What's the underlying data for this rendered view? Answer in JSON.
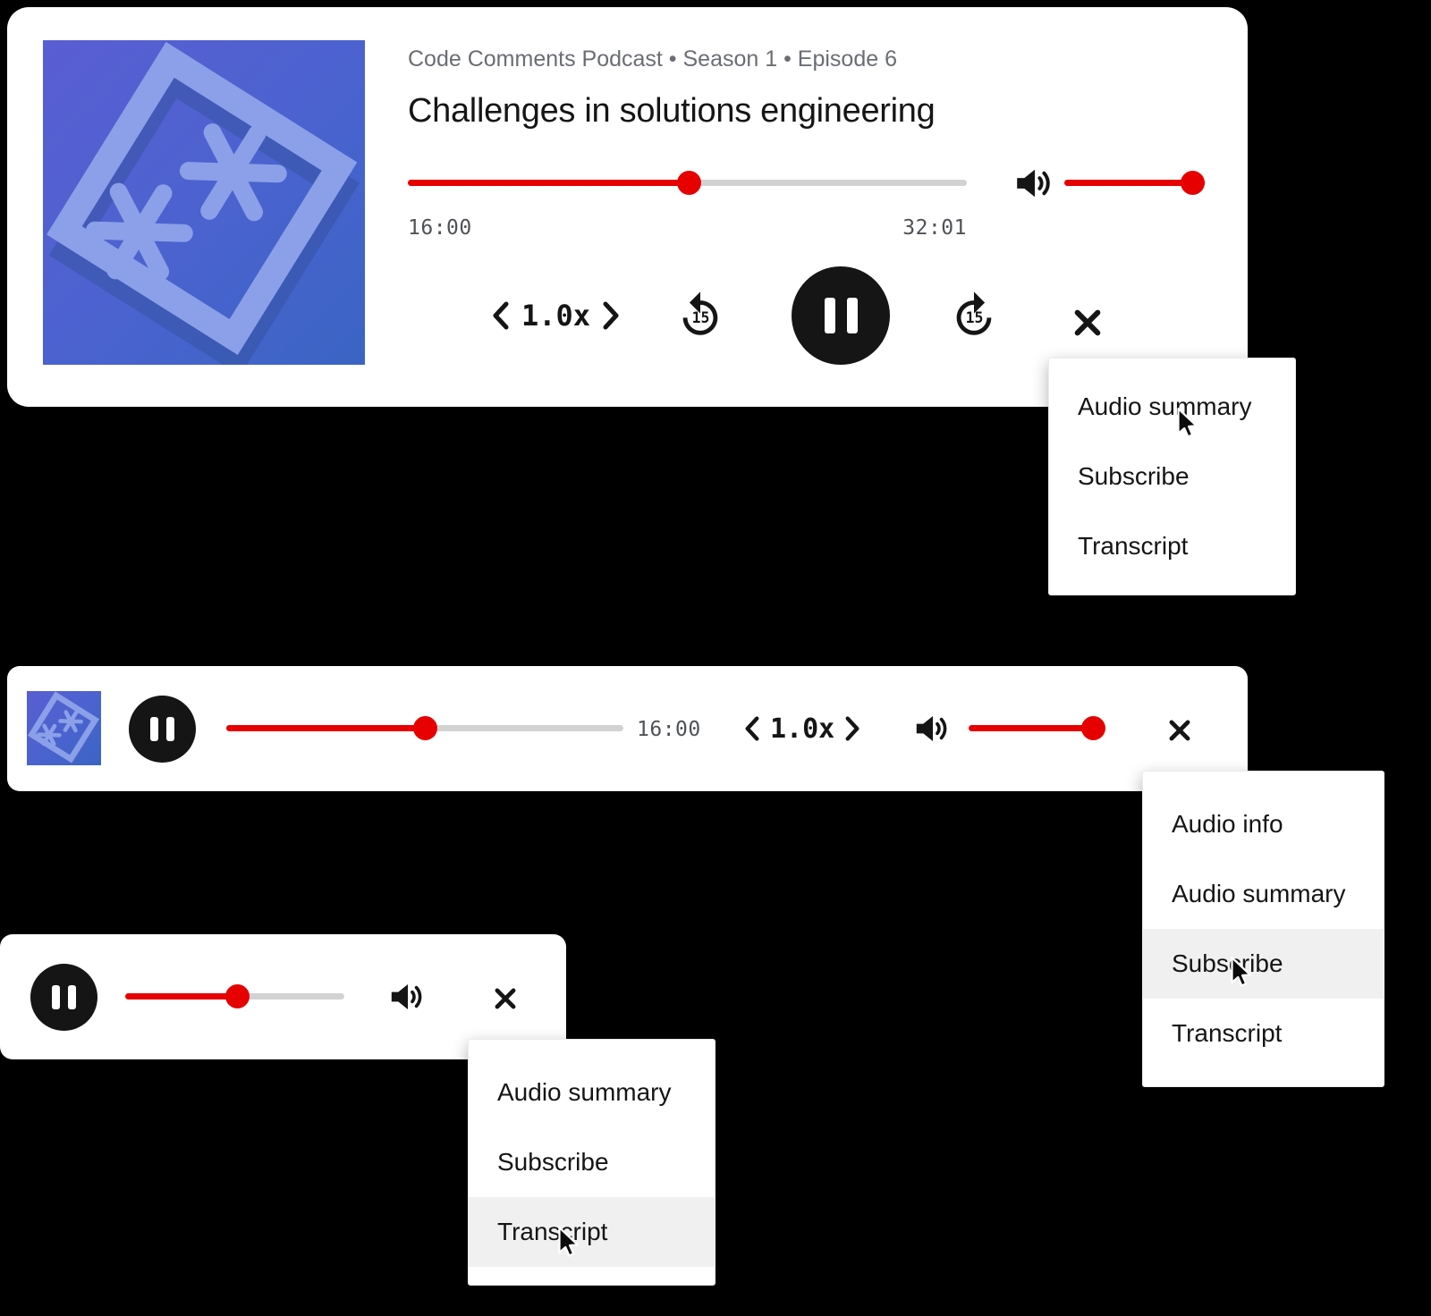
{
  "colors": {
    "accent_red": "#e60000",
    "track_gray": "#d2d2d2",
    "ink": "#151515",
    "muted_text": "#6a6e73",
    "menu_highlight": "#f0f0f0"
  },
  "player_large": {
    "subtitle": "Code Comments Podcast • Season 1 • Episode 6",
    "title": "Challenges in solutions engineering",
    "elapsed": "16:00",
    "duration": "32:01",
    "speed_label": "1.0x",
    "skip_back_label": "15",
    "skip_forward_label": "15",
    "progress_percent": 50,
    "volume_percent": 100
  },
  "player_medium": {
    "elapsed": "16:00",
    "speed_label": "1.0x",
    "progress_percent": 50,
    "volume_percent": 95
  },
  "player_mini": {
    "progress_percent": 51
  },
  "menu_large": {
    "items": [
      "Audio summary",
      "Subscribe",
      "Transcript"
    ]
  },
  "menu_medium": {
    "items": [
      "Audio info",
      "Audio summary",
      "Subscribe",
      "Transcript"
    ],
    "highlighted": "Subscribe"
  },
  "menu_mini": {
    "items": [
      "Audio summary",
      "Subscribe",
      "Transcript"
    ],
    "highlighted": "Transcript"
  },
  "icons": {
    "pause-icon": "⏸",
    "volume-icon": "🔊",
    "skip-back-15-icon": "↺15",
    "skip-forward-15-icon": "↻15",
    "speed-decrease-icon": "❮",
    "speed-increase-icon": "❯",
    "close-icon": "✕",
    "cursor-icon": "➤"
  }
}
